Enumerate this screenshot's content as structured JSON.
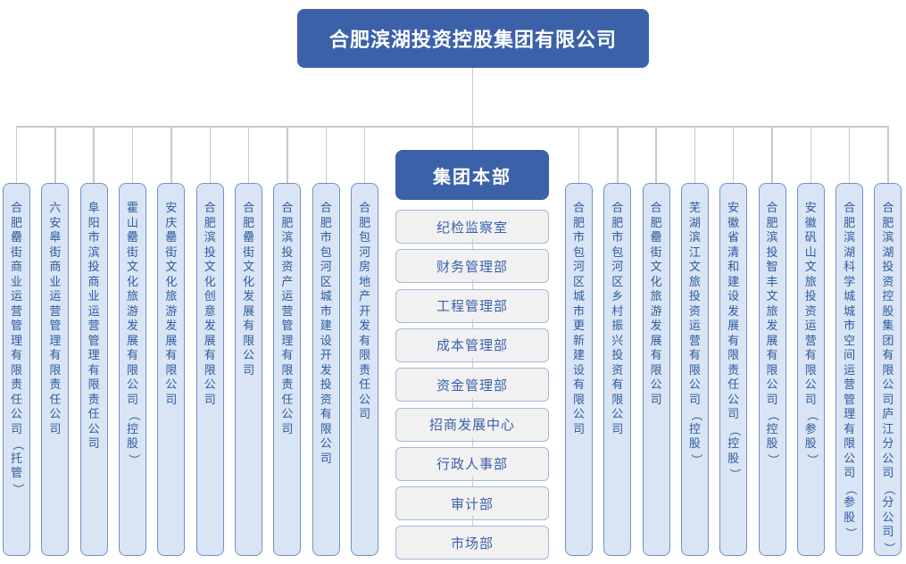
{
  "chart": {
    "root": {
      "label": "合肥滨湖投资控股集团有限公司"
    },
    "headquarters": {
      "label": "集团本部"
    },
    "departments": [
      "纪检监察室",
      "财务管理部",
      "工程管理部",
      "成本管理部",
      "资金管理部",
      "招商发展中心",
      "行政人事部",
      "审计部",
      "市场部"
    ],
    "subsidiaries_left": [
      "合肥罍街商业运营管理有限责任公司（托管）",
      "六安皋街商业运营管理有限责任公司",
      "阜阳市滨投商业运营管理有限责任公司",
      "霍山罍街文化旅游发展有限公司（控股）",
      "安庆罍街文化旅游发展有限公司",
      "合肥滨投文化创意发展有限公司",
      "合肥罍街文化发展有限公司",
      "合肥滨投资产运营管理有限责任公司",
      "合肥市包河区城市建设开发投资有限公司",
      "合肥包河房地产开发有限责任公司"
    ],
    "subsidiaries_right": [
      "合肥市包河区城市更新建设有限公司",
      "合肥市包河区乡村振兴投资有限公司",
      "合肥罍街文化旅游发展有限公司",
      "芜湖滨江文旅投资运营有限公司（控股）",
      "安徽省清和建设发展有限责任公司（控股）",
      "合肥滨投智丰文旅发展有限公司（控股）",
      "安徽矾山文旅投资运营有限公司（参股）",
      "合肥滨湖科学城城市空间运营管理有限公司（参股）",
      "合肥滨湖投资控股集团有限公司庐江分公司（分公司）"
    ],
    "colors": {
      "node_blue": "#3b61a9",
      "subsidiary_fill": "#d9e4f4",
      "subsidiary_border": "#7391c5",
      "subsidiary_text": "#2d5b9e",
      "department_fill": "#f1f1f2",
      "department_border": "#a3b8d8",
      "connector": "#c9c9c9"
    }
  }
}
